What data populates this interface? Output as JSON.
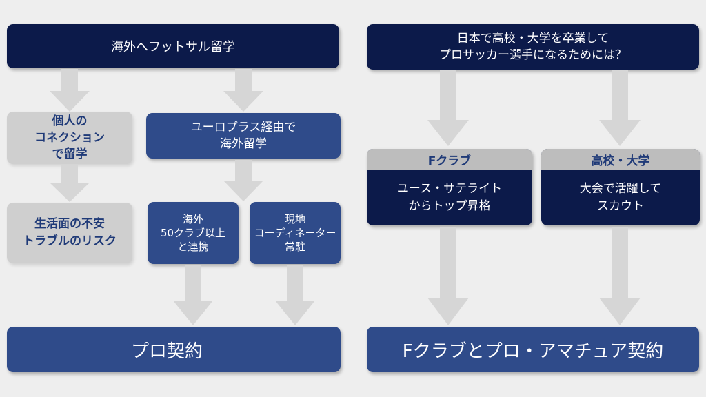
{
  "left": {
    "header": "海外へフットサル留学",
    "gray_path": {
      "step1": "個人の\nコネクション\nで留学",
      "step2": "生活面の不安\nトラブルのリスク"
    },
    "blue_path": {
      "step1": "ユーロプラス経由で\n海外留学",
      "step2a": "海外\n50クラブ以上\nと連携",
      "step2b": "現地\nコーディネーター\n常駐"
    },
    "result": "プロ契約"
  },
  "right": {
    "header": "日本で高校・大学を卒業して\nプロサッカー選手になるためには？",
    "card1": {
      "title": "Fクラブ",
      "body": "ユース・サテライト\nからトップ昇格"
    },
    "card2": {
      "title": "高校・大学",
      "body": "大会で活躍して\nスカウト"
    },
    "result": "Fクラブとプロ・アマチュア契約"
  },
  "colors": {
    "navy": "#0c1a4a",
    "blue": "#2f4b8a",
    "gray": "#cfcfcf",
    "arrow": "#d6d6d6"
  }
}
